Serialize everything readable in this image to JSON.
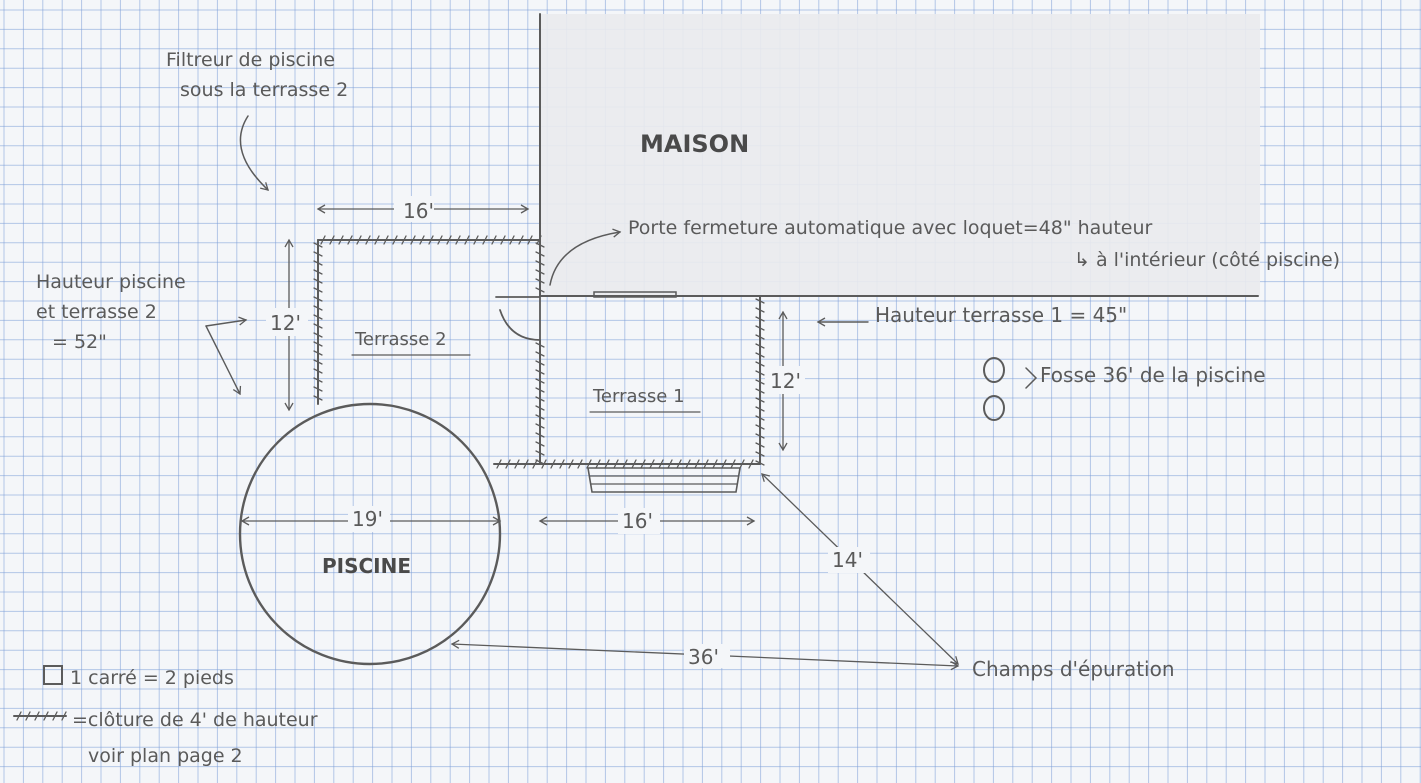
{
  "labels": {
    "maison": "MAISON",
    "piscine": "PISCINE",
    "terrasse1": "Terrasse 1",
    "terrasse2": "Terrasse 2",
    "filtreur_line1": "Filtreur de piscine",
    "filtreur_line2": "sous la terrasse 2",
    "porte_line1": "Porte fermeture automatique avec loquet=48\" hauteur",
    "porte_line2": "↳ à l'intérieur (côté piscine)",
    "hauteur_t2_line1": "Hauteur piscine",
    "hauteur_t2_line2": "et terrasse 2",
    "hauteur_t2_line3": "= 52\"",
    "hauteur_t1": "Hauteur terrasse 1 = 45\"",
    "fosse": "Fosse 36' de la piscine",
    "champs": "Champs d'épuration"
  },
  "dimensions": {
    "t2_width": "16'",
    "t2_height": "12'",
    "t1_height": "12'",
    "t1_width": "16'",
    "pool_diameter": "19'",
    "champs_dist_t1": "14'",
    "champs_dist_pool": "36'"
  },
  "legend": {
    "scale": "1 carré = 2 pieds",
    "fence_line1": "=clôture de 4' de hauteur",
    "fence_line2": "voir plan page 2"
  },
  "colors": {
    "paper": "#f4f6f9",
    "grid": "#7d9ed8",
    "pencil": "#5b5b5b",
    "house_fill": "#e9eaee"
  }
}
